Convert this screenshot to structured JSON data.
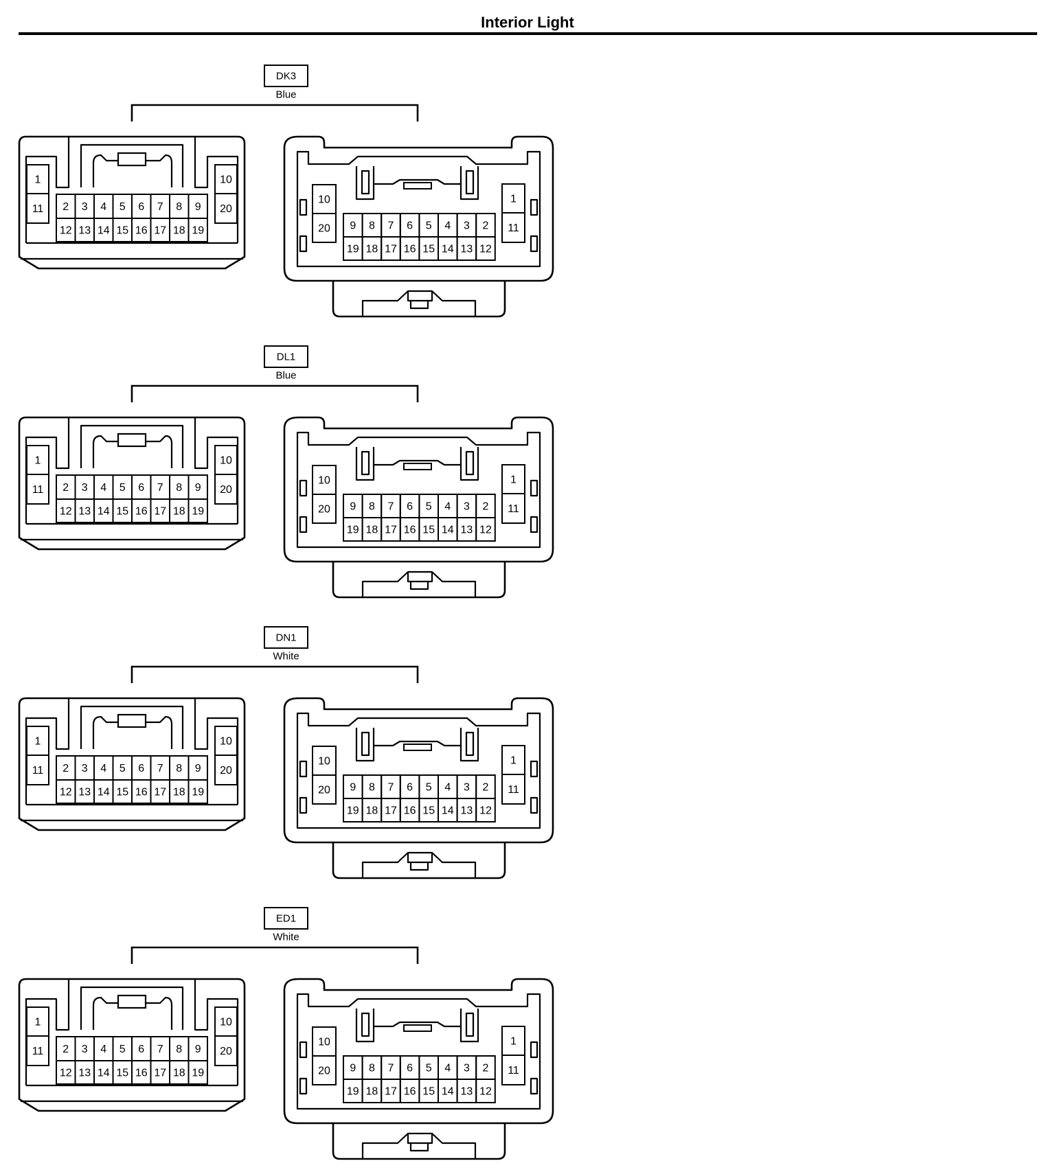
{
  "title": "Interior Light",
  "connectors": [
    {
      "code": "DK3",
      "color": "Blue"
    },
    {
      "code": "DL1",
      "color": "Blue"
    },
    {
      "code": "DN1",
      "color": "White"
    },
    {
      "code": "ED1",
      "color": "White"
    }
  ],
  "left_connector_pins": {
    "left_column": [
      "1",
      "11"
    ],
    "right_column": [
      "10",
      "20"
    ],
    "top_row": [
      "2",
      "3",
      "4",
      "5",
      "6",
      "7",
      "8",
      "9"
    ],
    "bottom_row": [
      "12",
      "13",
      "14",
      "15",
      "16",
      "17",
      "18",
      "19"
    ]
  },
  "right_connector_pins": {
    "left_column": [
      "10",
      "20"
    ],
    "right_column": [
      "1",
      "11"
    ],
    "top_row": [
      "9",
      "8",
      "7",
      "6",
      "5",
      "4",
      "3",
      "2"
    ],
    "bottom_row": [
      "19",
      "18",
      "17",
      "16",
      "15",
      "14",
      "13",
      "12"
    ]
  }
}
